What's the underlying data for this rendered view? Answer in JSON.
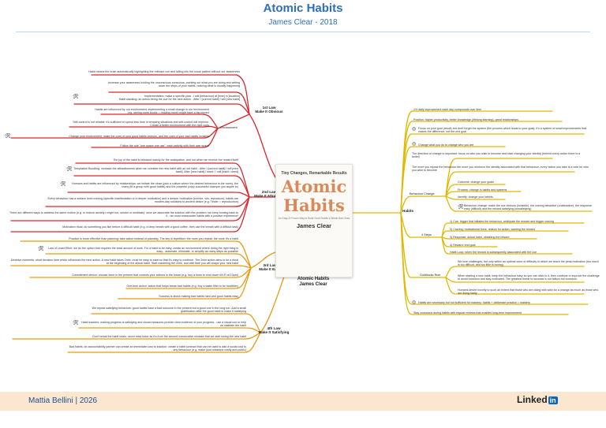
{
  "header": {
    "title": "Atomic Habits",
    "subtitle": "James Clear - 2018"
  },
  "footer": {
    "author": "Mattia Bellini | 2026",
    "logo_word": "Linked",
    "logo_in": "in"
  },
  "center": {
    "cover_tagline": "Tiny Changes, Remarkable Results",
    "cover_title_1": "Atomic",
    "cover_title_2": "Habits",
    "cover_small": "An Easy & Proven Way to Build Good Habits & Break Bad Ones",
    "cover_author": "James Clear",
    "caption_1": "Atomic Habits",
    "caption_2": "James Clear"
  },
  "law1": {
    "label_1": "1st Law",
    "label_2": "Make It Obvious",
    "items": [
      "Habit means the brain automatically highlighting the relevant cue and falling into the usual pattern without our awareness",
      "Increase your awareness holding the unconscious conscious, pointing out what you are doing and writing down the steps of your habits, noticing what is usually happening",
      "Implementation: make a specific plan - I will [behaviour] at [time] in [location]",
      "Habit stacking: an action being the cue for the next action - After I [current habit] I will [new habit]"
    ],
    "env_label": "Environment",
    "env_items": [
      "Habits are influenced by our environment: implementing a small change in our environment (eg. seeing more books = reading more) might have a big impact",
      "Self-control is not reliable: it's sufficient to spend less time in tempting situations and self-control will improve. Create a better environment with the right cues",
      "Change your environment: make the cues of your good habits obvious, and the cues of your bad habits invisible",
      "Follow the rule \"one space one use\": each activity with their own space"
    ]
  },
  "law2": {
    "label_1": "2nd Law",
    "label_2": "Make It Attractive",
    "items": [
      "The joy of the habit is released mainly for the anticipation, and not when we receive the reward itself",
      "Temptation Bundling: increase the attractiveness when we combine the new habit with an old habit - After I [current habit] I will [new habit]. After [new habit] I need / I will [habit I need]",
      "Humans and habits are influenced by relationships: we imitate the close (pick a culture where the desired behaviour is the norm), the many (fit a group with good habits) and the powerful (copy successful example you aspire to)",
      "Every behaviour has a surface level craving (specific manifestation of a deeper motivation) and a deeper motivation (survive, win, reproduce): habits are modern-day solutions to ancient desire (e.g. Tinder = reproduction)",
      "There are different ways to address the same motive (e.g. to reduce anxiety I might run, smoke or meditate): once we associate the solution with the problem, we keep coming back to it - we must reassociate habits with a positive experience!",
      "Motivation ritual: do something you like before a difficult habit (e.g. a deep breath with a good coffee, then use the breath with a difficult task)"
    ]
  },
  "law3": {
    "label_1": "3rd Law",
    "label_2": "Make It Easy",
    "items": [
      "Practice is more effective than planning: take action instead of planning. The key is repetition: the more you repeat, the more it's a habit",
      "Law of Least Effort: we do the option that requires the least amount of work. For a habit to be easy, create an environment where doing the right thing is easy - automate, eliminate, or simplify as many steps as possible",
      "Decisive moments: short decision time which influences the next action. A new habit takes 2min: must be easy to start so that it's easy to continue. The 2min action aims to be a ritual at the beginning of the actual habit. Start mastering the 2min, and with time you will shape your new habit",
      "Commitment device: choose done in the present that controls your actions in the future (e.g. buy a timer to shut down Wi-Fi at 10pm)",
      "One-time action: action that helps break bad habits (e.g. buy a water filter to be healthier)",
      "Success is about making bad habits hard and good habits easy"
    ]
  },
  "law4": {
    "label_1": "4th Law",
    "label_2": "Make It Satisfying",
    "items": [
      "We repeat satisfying behaviors: good habits have a bad outcome in the present but a good one in the long run. Add a small gratification after the good habit to make it satisfying",
      "Habit trackers: making progress is satisfying and visual measures provide clear evidence of your progress - use a visual cue to help us maintain the habit",
      "Don't break the habit chain: never miss twice as it's from the second consecutive mistake that we start losing the new habit",
      "Bad habits: an accountability partner can create an immediate cost to inaction: create a habit contract that can be used to add a social cost to any behaviour (e.g. make your missteps costly and public)"
    ]
  },
  "habits": {
    "label": "Habits",
    "items_top": [
      "1% daily improvement each day compounds over time",
      "Position: higher productivity, better knowledge (lifelong learning), great relationships",
      "Focus on your goal (result) but don't forget the system (the process which leads to your goal): it's a system of small improvements that makes the difference, not the end goal",
      "Change what you do to change who you are"
    ],
    "behaviour_label": "Behaviour Change",
    "behaviour_items": [
      "The direction of change is important: focus on who you wish to become and start changing your identity (behind every action there is a belief)",
      "The more you repeat the behaviour the more you reinforce the identity associated with that behaviour: every action you take is a vote for who you wish to become",
      "Outcome: change your goals",
      "Process: change in habits and systems",
      "Identity: change your beliefs",
      "Behaviour change: make the cue obvious (invisible), the craving attractive (unattractive), the response easy (difficult) and the reward satisfying (unsatisfying)"
    ],
    "steps_label": "4 Steps",
    "steps": [
      "1) Cue: trigger that initiates the behaviour, anticipate the reward and trigger craving",
      "2) Craving: motivational force, reason for action, wanting the reward",
      "3) Response: actual habit, obtaining the reward",
      "4) Reward: end goal",
      "Habit Loop: when the reward is subsequently associated with the cue"
    ],
    "goldilocks_label": "Goldilocks Rule",
    "goldilocks": [
      "We love challenges, but only within an optimal zone of difficulty in which we reach the peak motivation (too much is too difficult, and too little is boring)",
      "When starting a new habit, keep the behaviour easy so you can stick to it, then continue to improve the challenge to avoid boredom and stay motivated. The greatest threat to success is not failure but boredom.",
      "Humans desire novelty to such an extent that those who are doing well wish for a change as much as those who are doing badly"
    ],
    "items_bottom": [
      "Habits are necessary but not sufficient for mastery: habits + deliberate practice = mastery",
      "Stay conscious during habits with regular reviews that enables long-term improvement"
    ]
  },
  "colors": {
    "law1": "#d9262c",
    "law2": "#d9262c",
    "law3": "#e89a12",
    "law4": "#e89a12",
    "habits": "#e0b800",
    "title": "#2f6fb8",
    "footer": "#fbe7cf"
  }
}
